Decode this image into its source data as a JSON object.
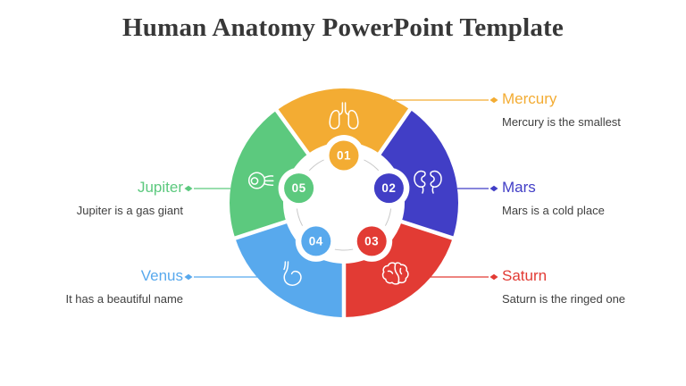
{
  "slide": {
    "title": "Human Anatomy PowerPoint Template",
    "title_color": "#373737"
  },
  "wheel": {
    "description_color": "#3f3f3f",
    "items": [
      {
        "number": "01",
        "icon": "lungs-icon",
        "color": "#F3AC33",
        "planet": "Mercury",
        "description": "Mercury is the smallest"
      },
      {
        "number": "02",
        "icon": "kidneys-icon",
        "color": "#413EC6",
        "planet": "Mars",
        "description": "Mars is a cold place"
      },
      {
        "number": "03",
        "icon": "brain-icon",
        "color": "#E23B34",
        "planet": "Saturn",
        "description": "Saturn is the ringed one"
      },
      {
        "number": "04",
        "icon": "stomach-icon",
        "color": "#58A9ED",
        "planet": "Venus",
        "description": "It has a beautiful name"
      },
      {
        "number": "05",
        "icon": "eye-icon",
        "color": "#5CC97E",
        "planet": "Jupiter",
        "description": "Jupiter is a gas giant"
      }
    ]
  }
}
